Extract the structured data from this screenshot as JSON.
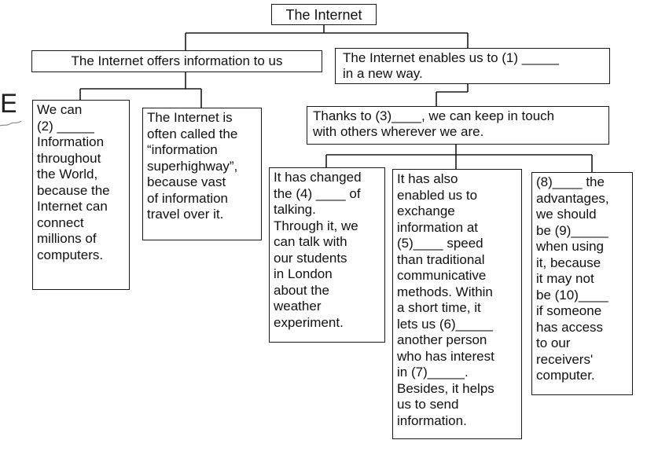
{
  "diagram": {
    "root": "The Internet",
    "branch_left": "The Internet offers information to us",
    "branch_right": "The Internet enables us to (1) _____\nin a new way.",
    "left_children": [
      "We can\n(2) _____\nInformation\nthroughout\nthe World,\nbecause the\nInternet can\nconnect\nmillions of\ncomputers.",
      "The Internet is\noften called the\n“information\nsuperhighway”,\nbecause vast\nof information\ntravel over it."
    ],
    "right_mid": "Thanks to (3)____, we can keep in touch\nwith others wherever we are.",
    "right_children": [
      "It has changed\nthe (4) ____ of\ntalking.\nThrough it, we\ncan talk with\nour students\nin London\nabout the\nweather\nexperiment.",
      "It has also\nenabled us to\nexchange\ninformation at\n(5)____ speed\nthan traditional\ncommunicative\nmethods. Within\na short time, it\nlets us (6)_____\nanother person\nwho has interest\nin (7)_____.\nBesides, it helps\nus to send\ninformation.",
      "(8)____ the\nadvantages,\nwe should\nbe (9)_____\nwhen using\nit, because\nit may not\nbe (10)____\nif someone\nhas access\nto our\nreceivers'\ncomputer."
    ],
    "edge_fragment": "E"
  }
}
